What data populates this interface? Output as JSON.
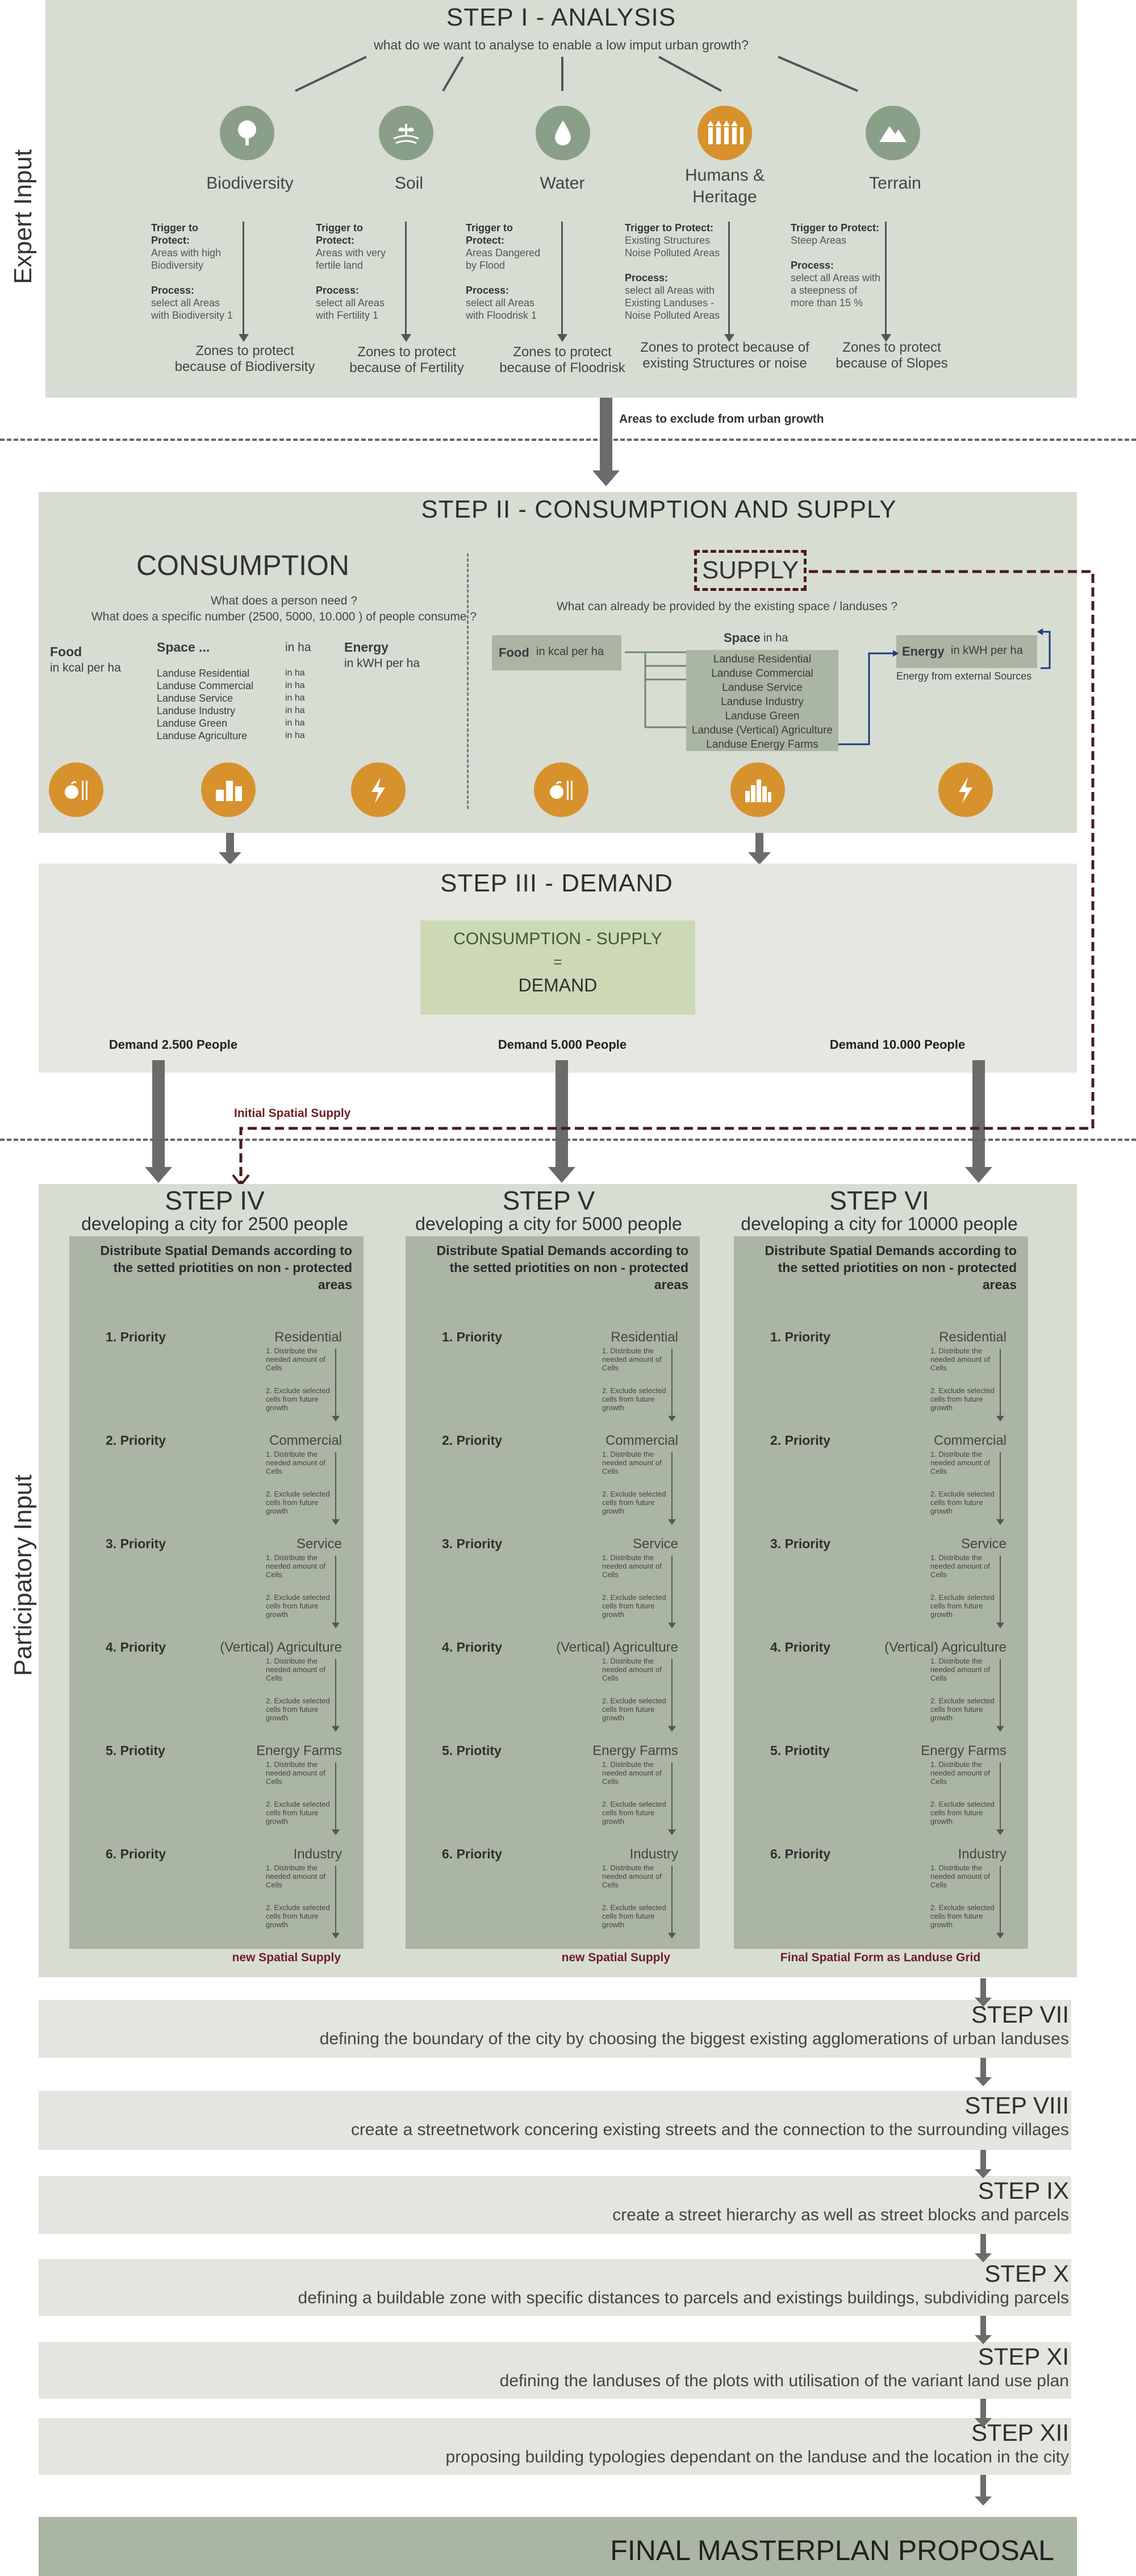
{
  "side_labels": {
    "expert": "Expert Input",
    "participatory": "Participatory Input"
  },
  "step1": {
    "title": "STEP I - ANALYSIS",
    "question": "what do we want to analyse to enable a low imput urban growth?",
    "categories": [
      {
        "label": "Biodiversity",
        "icon": "tree-icon",
        "trigger_head": "Trigger to Protect:",
        "trigger": "Areas with high Biodiversity",
        "process_head": "Process:",
        "process": "select all Areas with Biodiversity 1",
        "zone": "Zones to protect because of Biodiversity"
      },
      {
        "label": "Soil",
        "icon": "soil-icon",
        "trigger_head": "Trigger to Protect:",
        "trigger": "Areas with very fertile land",
        "process_head": "Process:",
        "process": "select all Areas with Fertility 1",
        "zone": "Zones to protect because of Fertility"
      },
      {
        "label": "Water",
        "icon": "water-drop-icon",
        "trigger_head": "Trigger to Protect:",
        "trigger": "Areas Dangered by Flood",
        "process_head": "Process:",
        "process": "select all Areas with Floodrisk 1",
        "zone": "Zones to protect because of Floodrisk"
      },
      {
        "label": "Humans & Heritage",
        "icon": "people-icon",
        "trigger_head": "Trigger to Protect:",
        "trigger": "Existing Structures Noise Polluted Areas",
        "process_head": "Process:",
        "process": "select all Areas with Existing Landuses - Noise Polluted Areas",
        "zone": "Zones to protect because of existing Structures or noise"
      },
      {
        "label": "Terrain",
        "icon": "mountain-icon",
        "trigger_head": "Trigger to Protect:",
        "trigger": "Steep Areas",
        "process_head": "Process:",
        "process": "select all Areas with a steepness of more than 15 %",
        "zone": "Zones to protect because of Slopes"
      }
    ],
    "exclude_label": "Areas to exclude from urban growth"
  },
  "step2": {
    "title": "STEP II - CONSUMPTION AND SUPPLY",
    "consumption": {
      "title": "CONSUMPTION",
      "q1": "What does a person need ?",
      "q2": "What does a specific number (2500, 5000, 10.000 ) of people consume ?",
      "food_label": "Food",
      "food_unit": "in kcal per ha",
      "space_label": "Space ...",
      "space_unit": "in ha",
      "energy_label": "Energy",
      "energy_unit": "in kWH per ha",
      "landuses": [
        "Landuse Residential",
        "Landuse Commercial",
        "Landuse Service",
        "Landuse Industry",
        "Landuse Green",
        "Landuse Agriculture"
      ],
      "landuse_unit": "in ha"
    },
    "supply": {
      "title": "SUPPLY",
      "question": "What can already be provided by the existing space / landuses ?",
      "food_label": "Food",
      "food_unit": "in kcal per ha",
      "space_label": "Space",
      "space_unit": "in ha",
      "landuses": [
        "Landuse Residential",
        "Landuse Commercial",
        "Landuse Service",
        "Landuse Industry",
        "Landuse Green",
        "Landuse (Vertical) Agriculture",
        "Landuse Energy Farms"
      ],
      "energy_label": "Energy",
      "energy_unit": "in kWH per ha",
      "energy_ext": "Energy from external Sources"
    }
  },
  "step3": {
    "title": "STEP III - DEMAND",
    "formula_top": "CONSUMPTION - SUPPLY",
    "formula_eq": "=",
    "formula_bottom": "DEMAND",
    "demands": [
      "Demand 2.500 People",
      "Demand 5.000 People",
      "Demand 10.000 People"
    ],
    "initial_supply": "Initial Spatial Supply"
  },
  "cities": [
    {
      "step": "STEP IV",
      "subtitle": "developing a city for 2500 people",
      "footer": "new Spatial Supply"
    },
    {
      "step": "STEP V",
      "subtitle": "developing a city for 5000 people",
      "footer": "new Spatial Supply"
    },
    {
      "step": "STEP VI",
      "subtitle": "developing a city for 10000 people",
      "footer": "Final Spatial Form as Landuse Grid"
    }
  ],
  "city_common": {
    "heading": "Distribute Spatial Demands according to the setted priotities on non - protected areas",
    "priorities": [
      {
        "name": "1. Priority",
        "type": "Residential"
      },
      {
        "name": "2. Priority",
        "type": "Commercial"
      },
      {
        "name": "3. Priority",
        "type": "Service"
      },
      {
        "name": "4. Priority",
        "type": "(Vertical) Agriculture"
      },
      {
        "name": "5. Priotity",
        "type": "Energy Farms"
      },
      {
        "name": "6. Priority",
        "type": "Industry"
      }
    ],
    "step_a": "1. Distribute the needed amount of Cells",
    "step_b": "2. Exclude selected cells from future growth"
  },
  "later_steps": [
    {
      "title": "STEP VII",
      "desc": "defining the boundary of the city by choosing the biggest existing agglomerations of urban landuses"
    },
    {
      "title": "STEP VIII",
      "desc": "create a streetnetwork concering existing streets and the connection to the surrounding villages"
    },
    {
      "title": "STEP IX",
      "desc": "create a street hierarchy as well as street blocks and parcels"
    },
    {
      "title": "STEP X",
      "desc": "defining a buildable zone with specific distances to parcels and existings buildings, subdividing parcels"
    },
    {
      "title": "STEP XI",
      "desc": "defining the landuses of the plots with utilisation of the variant land use plan"
    },
    {
      "title": "STEP XII",
      "desc": "proposing building typologies dependant on the landuse and the location in the city"
    }
  ],
  "final": "FINAL MASTERPLAN PROPOSAL",
  "colors": {
    "panel": "#d8ddd3",
    "accent_orange": "#d7922d",
    "icon_green": "#8a9f87",
    "maroon": "#6e1f21",
    "column": "#aab5a3",
    "final_bar": "#aab5a3"
  }
}
